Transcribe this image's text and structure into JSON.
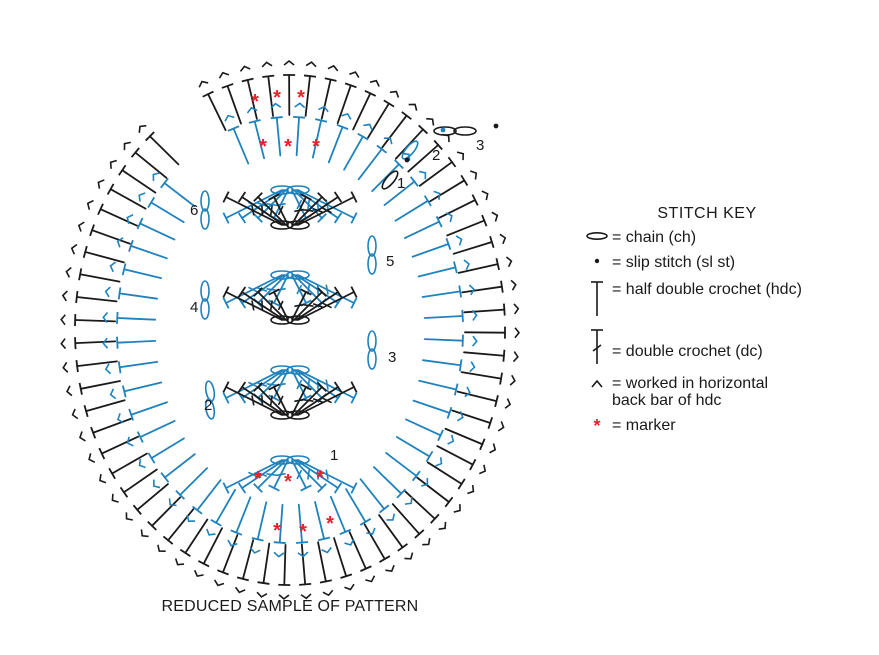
{
  "caption": "REDUCED SAMPLE OF PATTERN",
  "colors": {
    "black": "#1a1a1a",
    "blue": "#1f82bd",
    "marker": "#e8202a"
  },
  "round_labels": [
    "1",
    "2",
    "3",
    "4",
    "5",
    "6",
    "1",
    "2",
    "3"
  ],
  "key": {
    "title": "STITCH KEY",
    "items": [
      {
        "icon": "chain-icon",
        "label": "= chain (ch)"
      },
      {
        "icon": "slip-stitch-icon",
        "label": "= slip stitch (sl st)"
      },
      {
        "icon": "hdc-icon",
        "label": "= half double crochet (hdc)"
      },
      {
        "icon": "dc-icon",
        "label": "= double crochet (dc)"
      },
      {
        "icon": "back-bar-icon",
        "label": "= worked in horizontal\nback bar of hdc"
      },
      {
        "icon": "marker-icon",
        "label": "= marker"
      }
    ]
  }
}
